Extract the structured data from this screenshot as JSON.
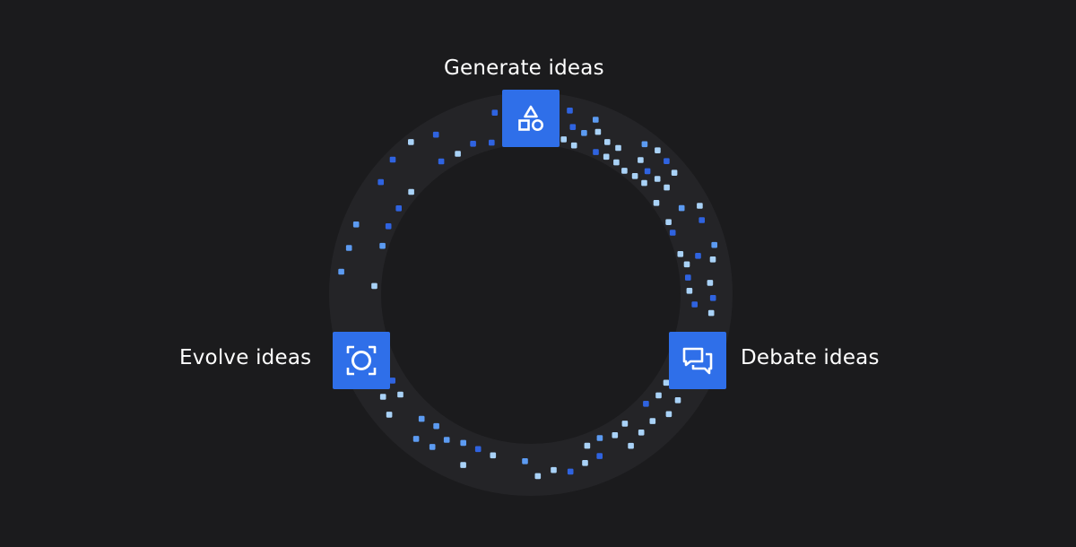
{
  "colors": {
    "background": "#1b1b1d",
    "ring": "#242427",
    "node": "#2f6fe9",
    "dot_dark": "#2f63e0",
    "dot_mid": "#5c9bf2",
    "dot_light": "#a9d2f7"
  },
  "cycle": {
    "steps": [
      {
        "label": "Generate ideas",
        "icon": "shapes-icon"
      },
      {
        "label": "Debate ideas",
        "icon": "chat-bubbles-icon"
      },
      {
        "label": "Evolve ideas",
        "icon": "focus-circle-icon"
      }
    ]
  }
}
